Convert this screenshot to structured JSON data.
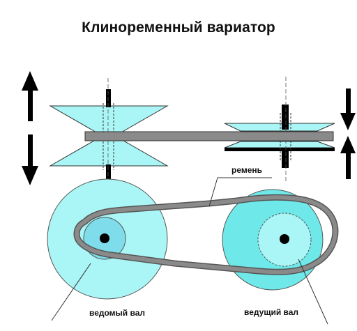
{
  "title": "Клиноременный вариатор",
  "labels": {
    "belt": "ремень",
    "driven_shaft": "ведомый вал",
    "drive_shaft": "ведущий вал"
  },
  "colors": {
    "pulley_fill": "#aaf5f5",
    "pulley_fill_alt": "#6ee8e8",
    "pulley_inner": "#b8f4f4",
    "belt": "#8a8a8a",
    "stroke": "#000000"
  }
}
